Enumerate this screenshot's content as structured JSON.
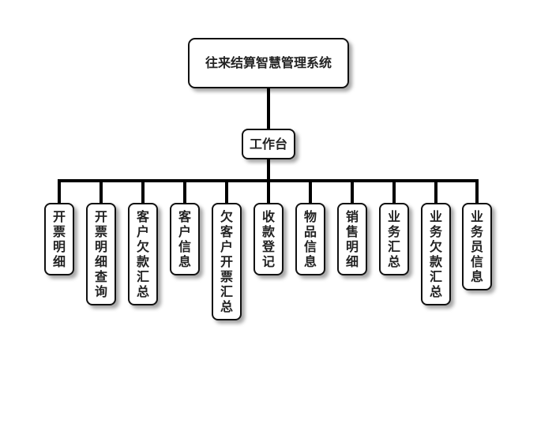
{
  "diagram": {
    "type": "tree",
    "root": {
      "label": "往来结算智慧管理系统"
    },
    "hub": {
      "label": "工作台"
    },
    "children": [
      {
        "label": "开票明细"
      },
      {
        "label": "开票明细查询"
      },
      {
        "label": "客户欠款汇总"
      },
      {
        "label": "客户信息"
      },
      {
        "label": "欠客户开票汇总"
      },
      {
        "label": "收款登记"
      },
      {
        "label": "物品信息"
      },
      {
        "label": "销售明细"
      },
      {
        "label": "业务汇总"
      },
      {
        "label": "业务欠款汇总"
      },
      {
        "label": "业务员信息"
      }
    ],
    "colors": {
      "line": "#000000",
      "box_border": "#111111",
      "box_fill": "#ffffff",
      "text": "#222222"
    }
  }
}
